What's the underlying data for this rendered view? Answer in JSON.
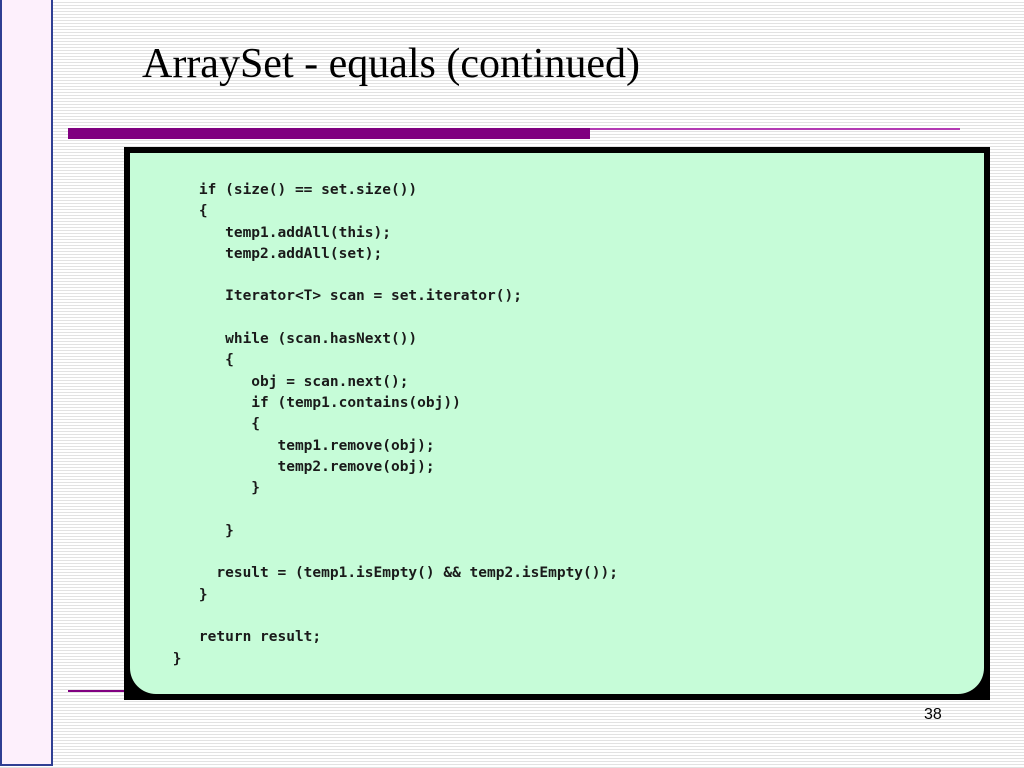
{
  "slide": {
    "title": "ArraySet - equals (continued)",
    "page_number": "38"
  },
  "code": {
    "lines": [
      "    if (size() == set.size())",
      "    {",
      "       temp1.addAll(this);",
      "       temp2.addAll(set);",
      "",
      "       Iterator<T> scan = set.iterator();",
      "",
      "       while (scan.hasNext())",
      "       {",
      "          obj = scan.next();",
      "          if (temp1.contains(obj))",
      "          {",
      "             temp1.remove(obj);",
      "             temp2.remove(obj);",
      "          }",
      "",
      "       }",
      "",
      "      result = (temp1.isEmpty() && temp2.isEmpty());",
      "    }",
      "",
      "    return result;",
      " }"
    ]
  },
  "colors": {
    "accent_purple": "#800080",
    "code_background": "#c6fcd8",
    "left_strip_border": "#2f3f93"
  }
}
